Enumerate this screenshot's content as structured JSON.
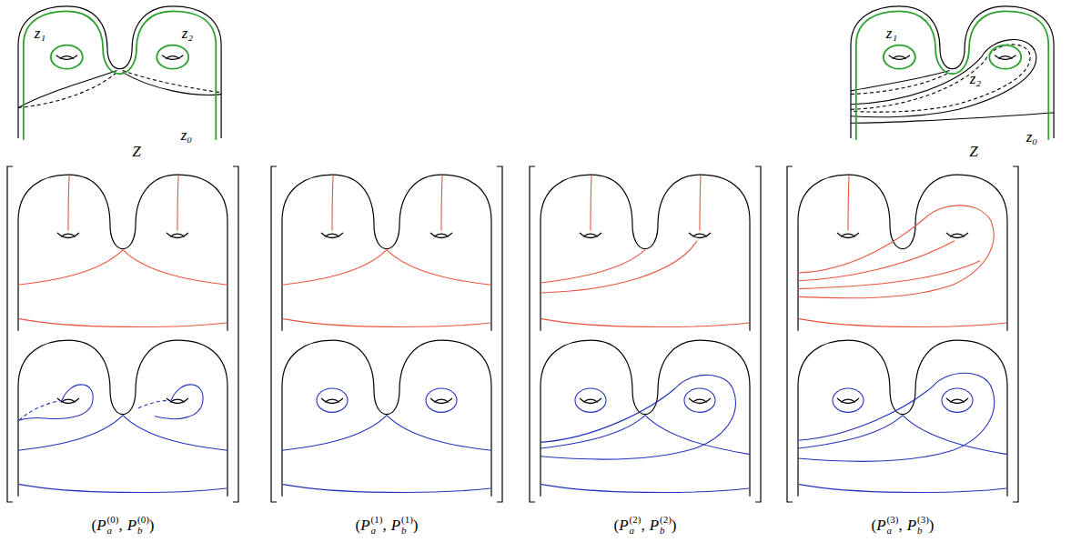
{
  "diagram": {
    "labels": [
      "z₁",
      "z₂",
      "z₀",
      "Z",
      "z₁",
      "z₂",
      "z₀",
      "Z",
      "(",
      "P",
      "a",
      "(0)",
      ",",
      "P",
      "b",
      "(0)",
      ")",
      "(",
      "P",
      "a",
      "(1)",
      ",",
      "P",
      "b",
      "(1)",
      ")",
      "(",
      "P",
      "a",
      "(2)",
      ",",
      "P",
      "b",
      "(2)",
      ")",
      "(",
      "P",
      "a",
      "(3)",
      ",",
      "P",
      "b",
      "(3)",
      ")"
    ]
  }
}
